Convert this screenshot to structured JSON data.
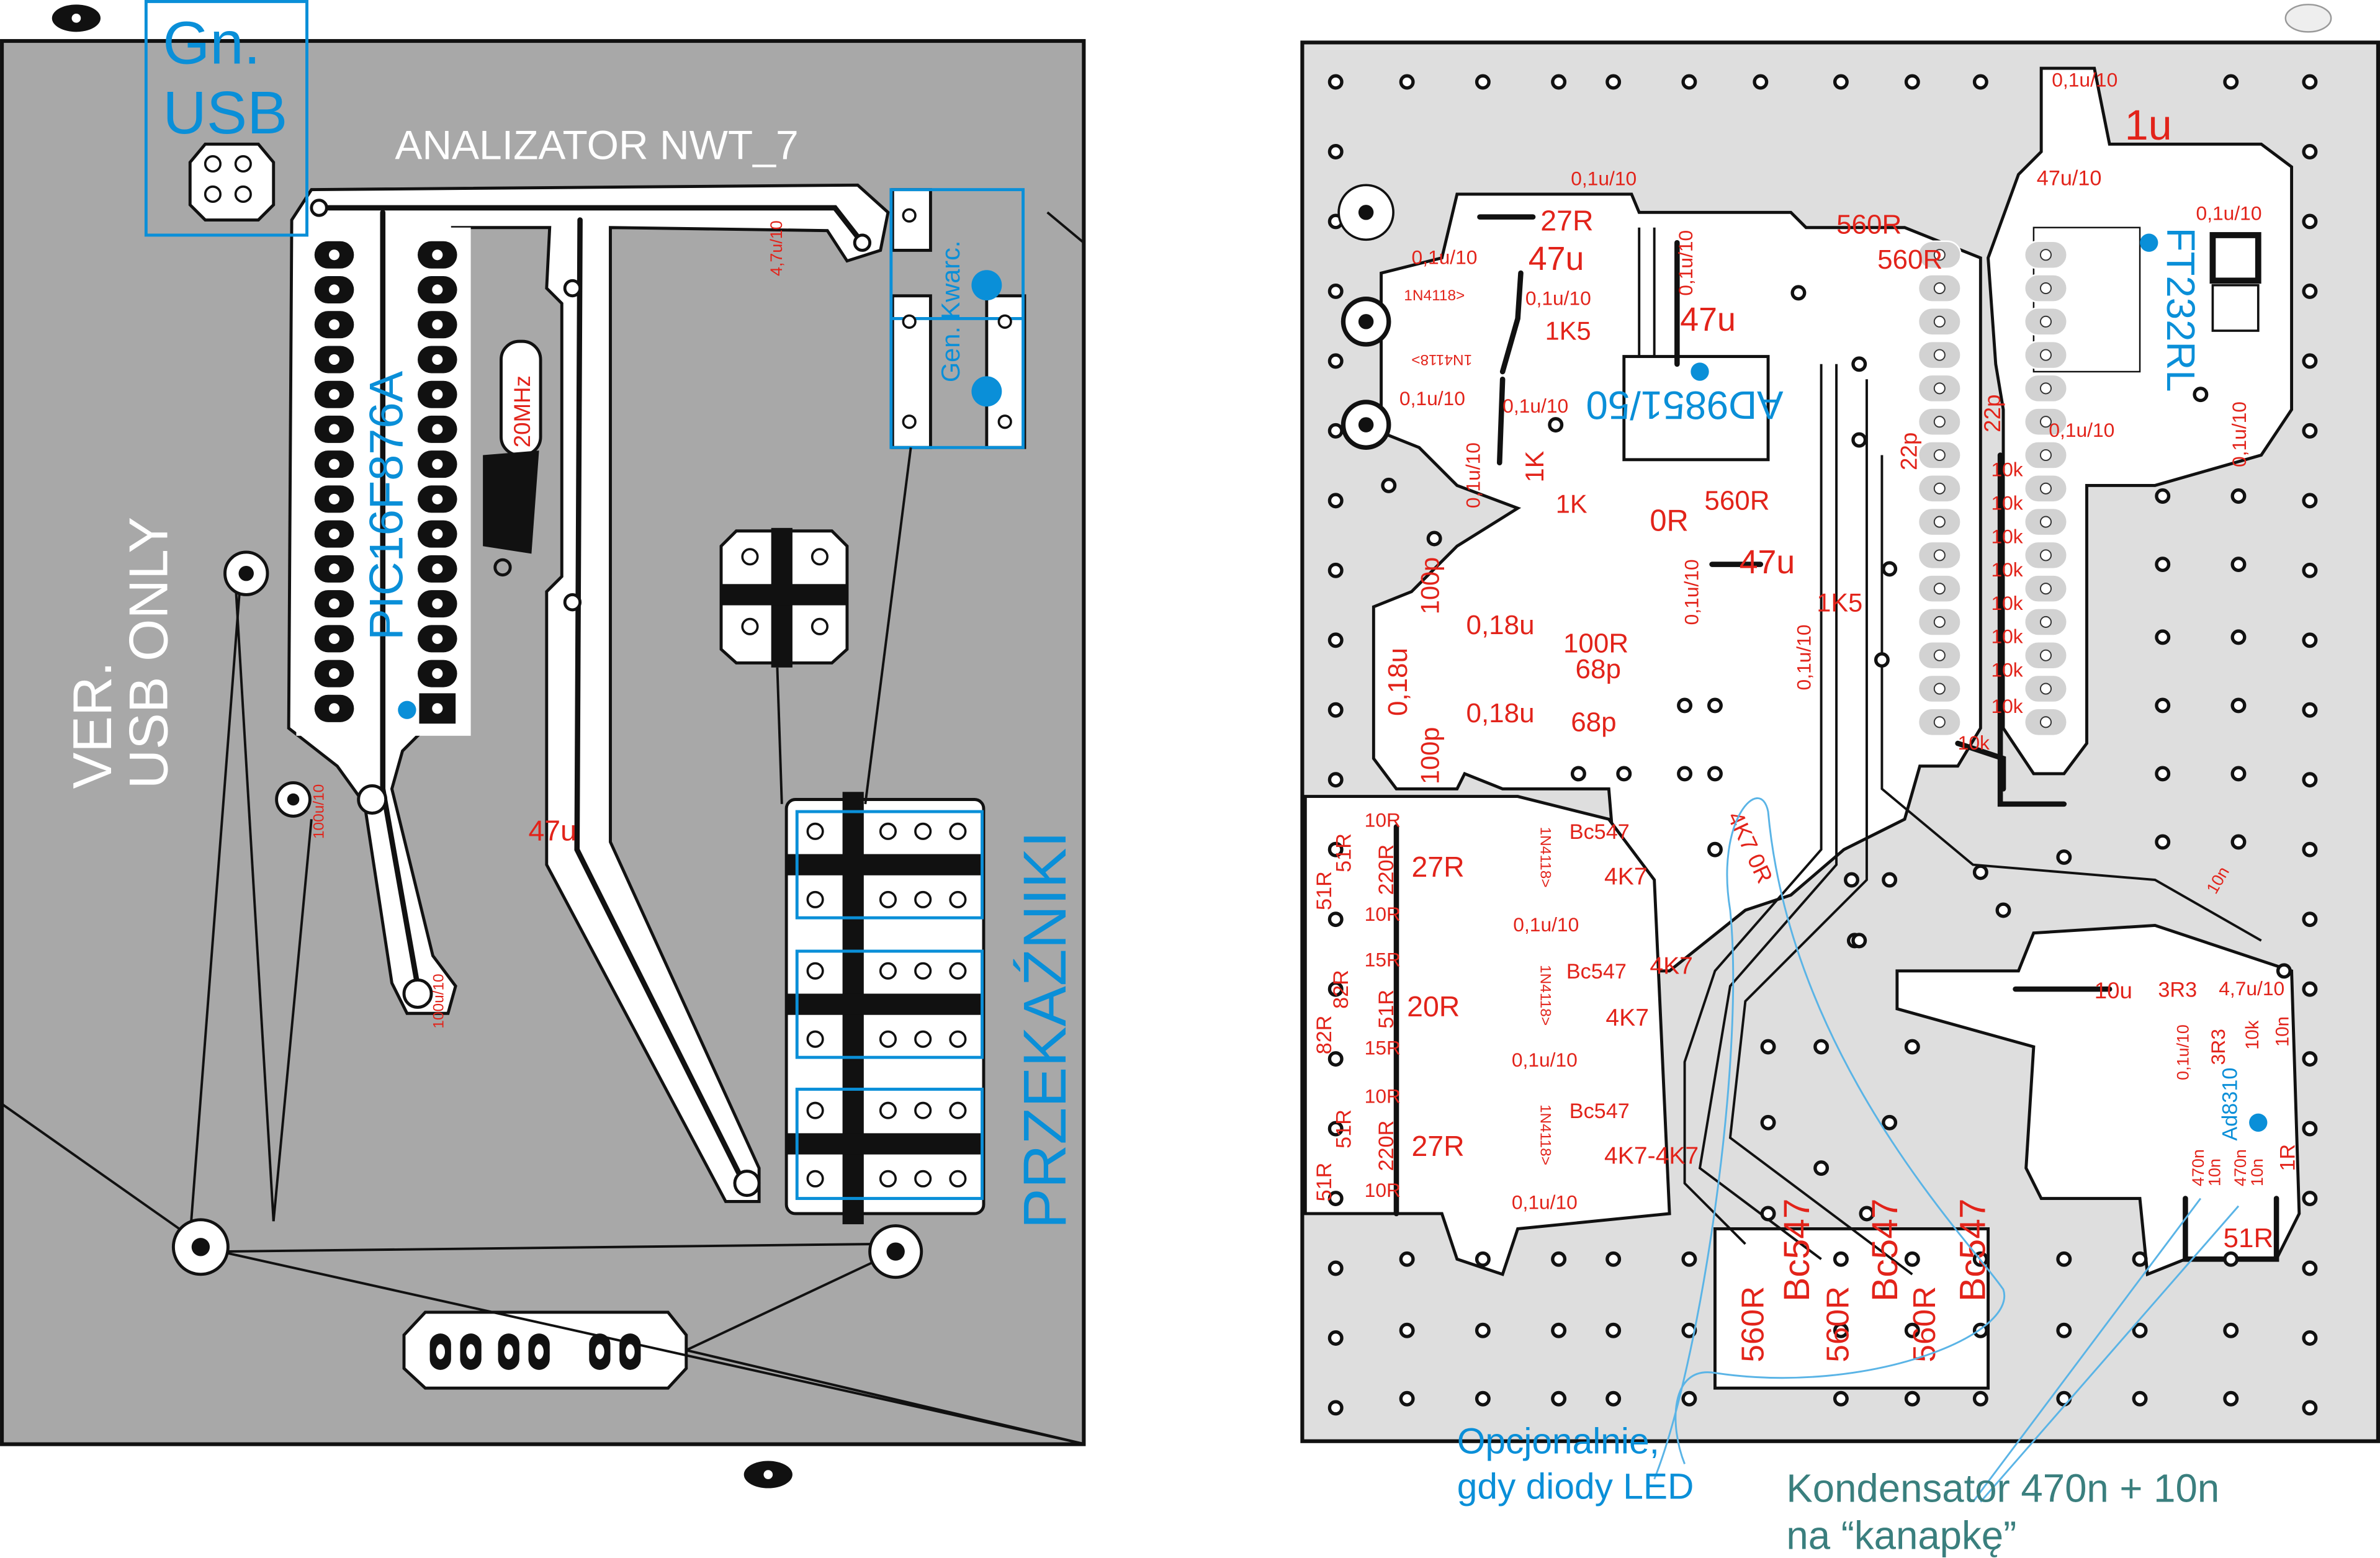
{
  "colors": {
    "label_red": "#e2231a",
    "label_blue": "#0a8fd8",
    "annotation_teal": "#3a7f7e",
    "left_board": "#a8a8a8",
    "right_board": "#dedede"
  },
  "left_board": {
    "usb_label_line1": "Gn.",
    "usb_label_line2": "USB",
    "title": "ANALIZATOR NWT_7",
    "cap_4_7u": "4,7u/10",
    "gen_kwarc": "Gen. Kwarc.",
    "crystal": "20MHz",
    "mcu": "PIC16F876A",
    "version_line1": "VER.",
    "version_line2": "USB ONLY",
    "cap_47u": "47u",
    "cap_100u_a": "100u/10",
    "cap_100u_b": "100u/10",
    "relays": "PRZEKAŹNIKI"
  },
  "right_board": {
    "labels": [
      "0,1u/10",
      "27R",
      "560R",
      "560R",
      "0,1u/10",
      "47u",
      "1N4118>",
      "0,1u/10",
      "1K5",
      "0,1u/10",
      "47u",
      "AD9851/50",
      "FT232RL",
      "0,1u/10",
      "1u",
      "47u/10",
      "0,1u/10",
      "1N4118>",
      "0,1u/10",
      "0,1u/10",
      "1K",
      "0,1u/10",
      "1K",
      "560R",
      "0R",
      "47u",
      "1K5",
      "0,1u/10",
      "0,1u/10",
      "22p",
      "22p",
      "0,1u/10",
      "0,1u/10",
      "10k",
      "10k",
      "10k",
      "10k",
      "10k",
      "10k",
      "10k",
      "10k",
      "10k",
      "100p",
      "0,18u",
      "100R",
      "68p",
      "0,18u",
      "0,18u",
      "68p",
      "100p",
      "10R",
      "51R",
      "220R",
      "27R",
      "51R",
      "10R",
      "15R",
      "82R",
      "51R",
      "20R",
      "82R",
      "15R",
      "10R",
      "51R",
      "220R",
      "27R",
      "51R",
      "10R",
      "Bc547",
      "4K7",
      "1N4118>",
      "0,1u/10",
      "Bc547",
      "4K7",
      "4K7",
      "1N4118>",
      "0,1u/10",
      "Bc547",
      "4K7-4K7",
      "1N4118>",
      "0,1u/10",
      "4K7 0R",
      "Bc547",
      "Bc547",
      "Bc547",
      "560R",
      "560R",
      "560R",
      "10u",
      "3R3",
      "4,7u/10",
      "0,1u/10",
      "3R3",
      "10k",
      "10n",
      "Ad8310",
      "470n",
      "10n",
      "470n",
      "10n",
      "1R",
      "51R",
      "10n"
    ]
  },
  "annotations": {
    "led_note_line1": "Opcjonalnie,",
    "led_note_line2": "gdy diody LED",
    "cap_note_line1": "Kondensator 470n + 10n",
    "cap_note_line2": "na “kanapkę”"
  }
}
